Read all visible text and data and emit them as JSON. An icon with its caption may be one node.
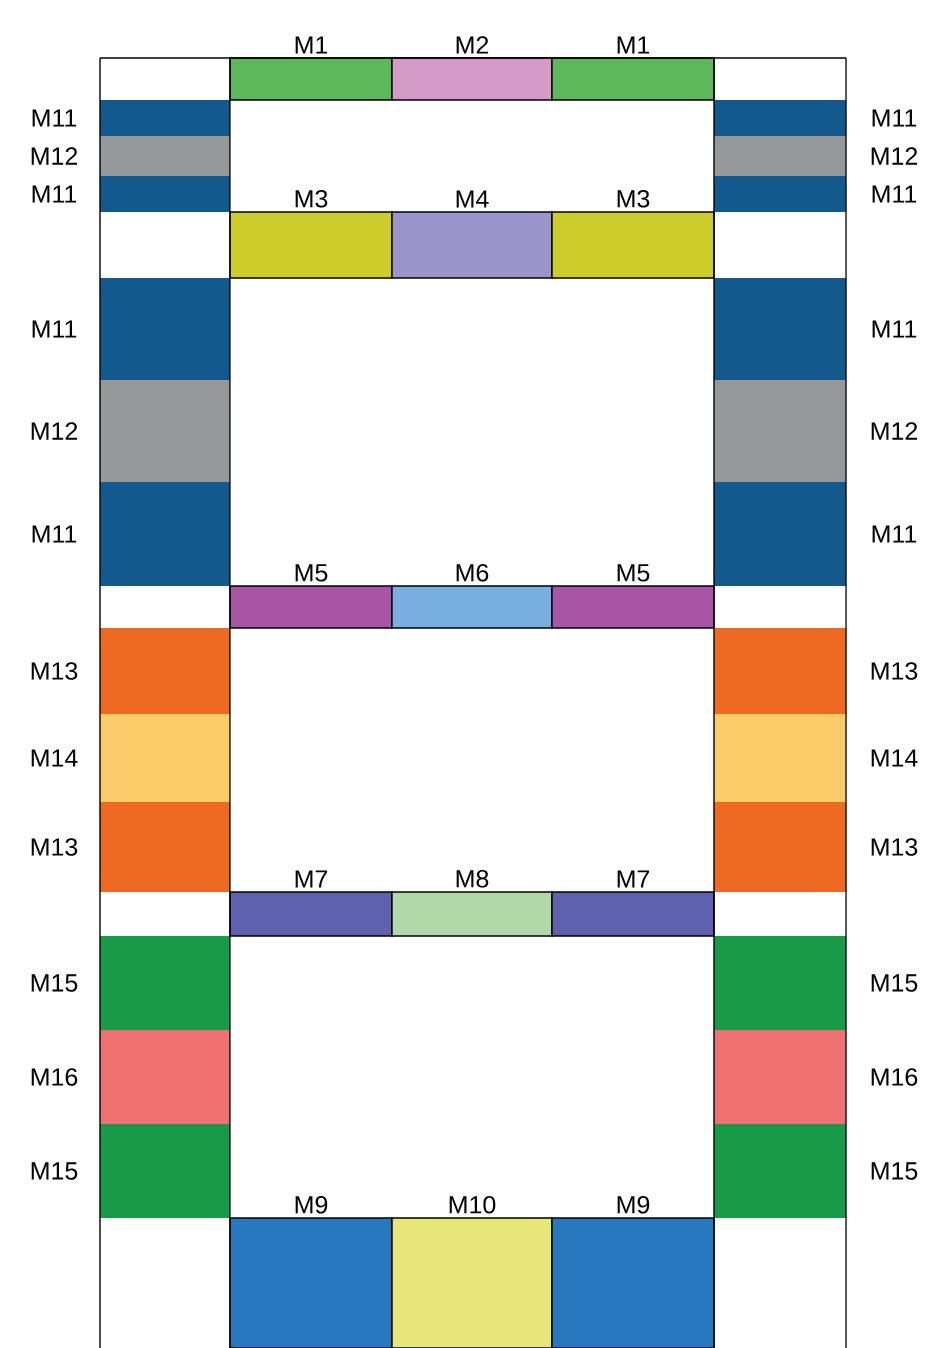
{
  "diagram": {
    "nodes": [
      {
        "text": [],
        "shape": "bar",
        "beside": [
          "M1"
        ]
      },
      {
        "text": [],
        "shape": "bar",
        "beside": [
          "M2"
        ]
      },
      {
        "text": [],
        "shape": "bar",
        "beside": [
          "M1"
        ]
      },
      {
        "text": [],
        "shape": "bar",
        "beside": [
          "M11"
        ]
      },
      {
        "text": [],
        "shape": "bar",
        "beside": [
          "M11"
        ]
      },
      {
        "text": [],
        "shape": "bar",
        "beside": [
          "M12"
        ]
      },
      {
        "text": [],
        "shape": "bar",
        "beside": [
          "M12"
        ]
      },
      {
        "text": [],
        "shape": "bar",
        "beside": [
          "M11"
        ]
      },
      {
        "text": [],
        "shape": "bar",
        "beside": [
          "M11"
        ]
      },
      {
        "text": [],
        "shape": "bar",
        "beside": [
          "M3"
        ]
      },
      {
        "text": [],
        "shape": "bar",
        "beside": [
          "M4"
        ]
      },
      {
        "text": [],
        "shape": "bar",
        "beside": [
          "M3"
        ]
      },
      {
        "text": [],
        "shape": "bar",
        "beside": [
          "M11"
        ]
      },
      {
        "text": [],
        "shape": "bar",
        "beside": [
          "M11"
        ]
      },
      {
        "text": [],
        "shape": "bar",
        "beside": [
          "M12"
        ]
      },
      {
        "text": [],
        "shape": "bar",
        "beside": [
          "M12"
        ]
      },
      {
        "text": [],
        "shape": "bar",
        "beside": [
          "M11"
        ]
      },
      {
        "text": [],
        "shape": "bar",
        "beside": [
          "M11"
        ]
      },
      {
        "text": [],
        "shape": "bar",
        "beside": [
          "M5"
        ]
      },
      {
        "text": [],
        "shape": "bar",
        "beside": [
          "M6"
        ]
      },
      {
        "text": [],
        "shape": "bar",
        "beside": [
          "M5"
        ]
      },
      {
        "text": [],
        "shape": "bar",
        "beside": [
          "M13"
        ]
      },
      {
        "text": [],
        "shape": "bar",
        "beside": [
          "M13"
        ]
      },
      {
        "text": [],
        "shape": "bar",
        "beside": [
          "M14"
        ]
      },
      {
        "text": [],
        "shape": "bar",
        "beside": [
          "M14"
        ]
      },
      {
        "text": [],
        "shape": "bar",
        "beside": [
          "M13"
        ]
      },
      {
        "text": [],
        "shape": "bar",
        "beside": [
          "M13"
        ]
      },
      {
        "text": [],
        "shape": "bar",
        "beside": [
          "M7"
        ]
      },
      {
        "text": [],
        "shape": "bar",
        "beside": [
          "M8"
        ]
      },
      {
        "text": [],
        "shape": "bar",
        "beside": [
          "M7"
        ]
      },
      {
        "text": [],
        "shape": "bar",
        "beside": [
          "M15"
        ]
      },
      {
        "text": [],
        "shape": "bar",
        "beside": [
          "M15"
        ]
      },
      {
        "text": [],
        "shape": "bar",
        "beside": [
          "M16"
        ]
      },
      {
        "text": [],
        "shape": "bar",
        "beside": [
          "M16"
        ]
      },
      {
        "text": [],
        "shape": "bar",
        "beside": [
          "M15"
        ]
      },
      {
        "text": [],
        "shape": "bar",
        "beside": [
          "M15"
        ]
      },
      {
        "text": [],
        "shape": "bar",
        "beside": [
          "M9"
        ]
      },
      {
        "text": [],
        "shape": "bar",
        "beside": [
          "M10"
        ]
      },
      {
        "text": [],
        "shape": "bar",
        "beside": [
          "M9"
        ]
      }
    ]
  }
}
